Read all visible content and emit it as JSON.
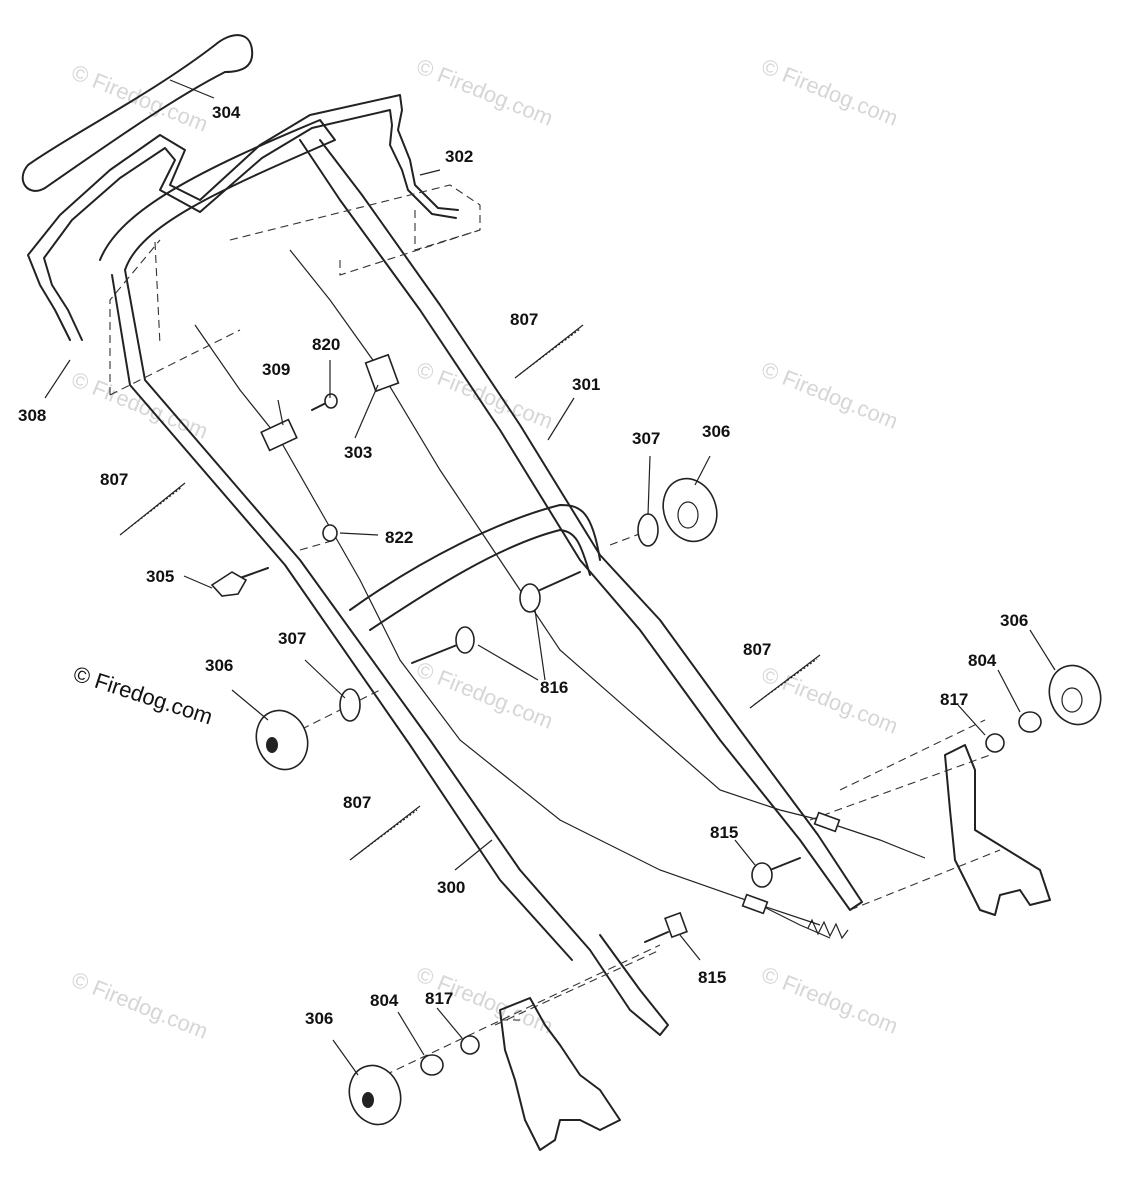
{
  "copyright": "© Firedog.com",
  "watermark": "© Firedog.com",
  "callouts": {
    "c300": "300",
    "c301": "301",
    "c302": "302",
    "c303": "303",
    "c304": "304",
    "c305": "305",
    "c306a": "306",
    "c306b": "306",
    "c306c": "306",
    "c306d": "306",
    "c307a": "307",
    "c307b": "307",
    "c308": "308",
    "c309": "309",
    "c804a": "804",
    "c804b": "804",
    "c807a": "807",
    "c807b": "807",
    "c807c": "807",
    "c807d": "807",
    "c815a": "815",
    "c815b": "815",
    "c816": "816",
    "c817a": "817",
    "c817b": "817",
    "c820": "820",
    "c822": "822"
  }
}
